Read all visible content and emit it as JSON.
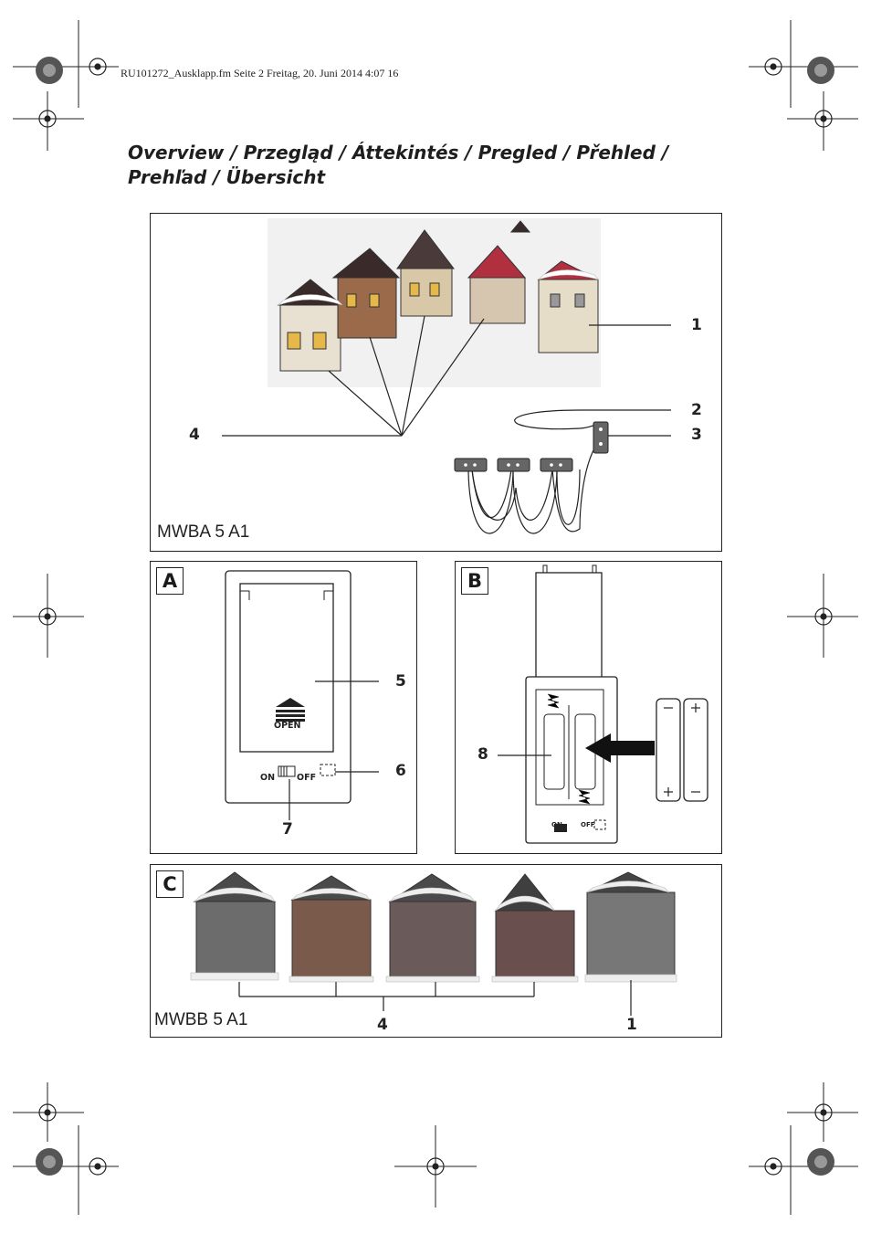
{
  "header": {
    "file_line": "RU101272_Ausklapp.fm  Seite 2  Freitag, 20. Juni 2014  4:07 16"
  },
  "title": "Overview / Przegląd / Áttekintés / Pregled / Přehled / Prehľad / Übersicht",
  "overview_panel": {
    "model": "MWBA 5 A1",
    "callouts": [
      "1",
      "2",
      "3",
      "4"
    ]
  },
  "panel_a": {
    "letter": "A",
    "open_label": "OPEN",
    "switch_on": "ON",
    "switch_off": "OFF",
    "callouts": [
      "5",
      "6",
      "7"
    ]
  },
  "panel_b": {
    "letter": "B",
    "switch_on": "ON",
    "switch_off": "OFF",
    "callouts": [
      "8"
    ]
  },
  "panel_c": {
    "letter": "C",
    "model": "MWBB 5 A1",
    "callouts": [
      "4",
      "1"
    ]
  },
  "icons": [
    "registration-mark-icon",
    "color-wheel-icon",
    "open-arrow-icon",
    "battery-icon",
    "arrow-left-icon"
  ]
}
